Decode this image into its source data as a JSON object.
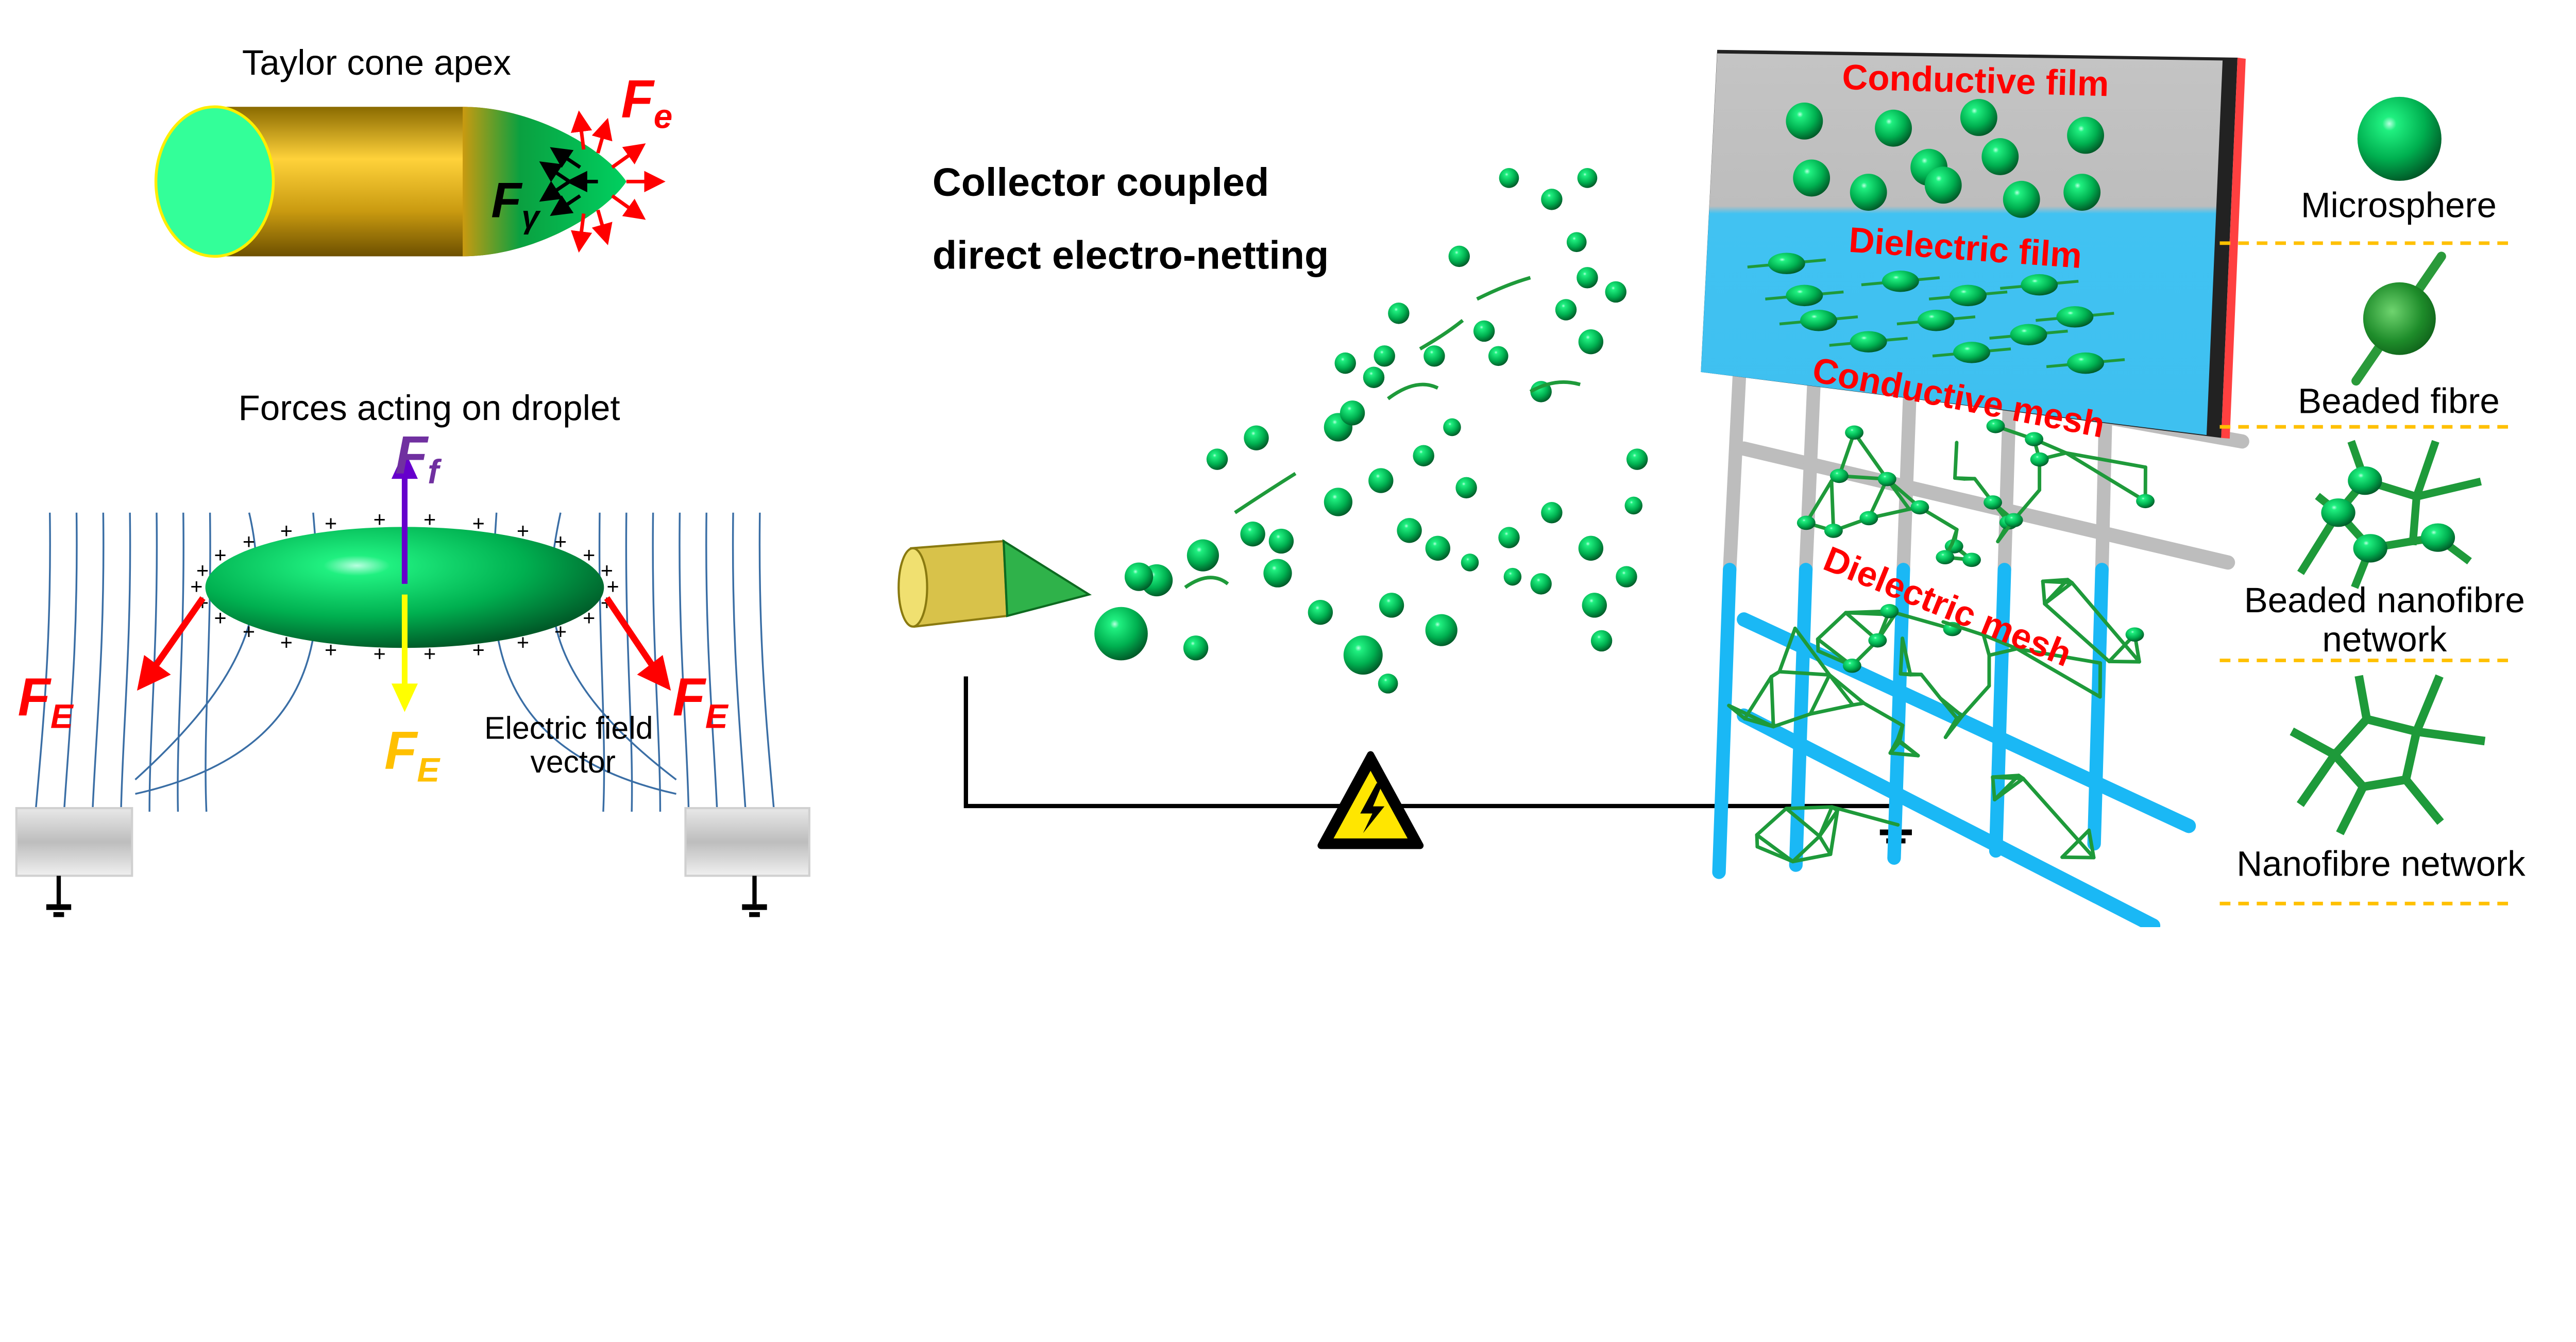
{
  "left_panel": {
    "taylor_title": "Taylor cone apex",
    "fe_label": {
      "main": "F",
      "sub": "e"
    },
    "fgamma_label": {
      "main": "F",
      "sub": "γ"
    },
    "forces_title": "Forces acting on droplet",
    "ff_label": {
      "main": "F",
      "sub": "f"
    },
    "fE_label": {
      "main": "F",
      "sub": "E"
    },
    "field_vector_label": [
      "Electric field",
      "vector"
    ],
    "charge_symbol": "+"
  },
  "center_panel": {
    "title_lines": [
      "Collector coupled",
      "direct electro-netting"
    ],
    "labels": {
      "conductive_film": "Conductive film",
      "dielectric_film": "Dielectric film",
      "conductive_mesh": "Conductive mesh",
      "dielectric_mesh": "Dielectric mesh"
    },
    "icons": [
      "needle-icon",
      "high-voltage-warning-icon",
      "ground-icon"
    ]
  },
  "legend": {
    "items": [
      {
        "label": [
          "Microsphere"
        ],
        "icon": "microsphere-icon"
      },
      {
        "label": [
          "Beaded fibre"
        ],
        "icon": "beaded-fibre-icon"
      },
      {
        "label": [
          "Beaded nanofibre",
          "network"
        ],
        "icon": "beaded-nanofibre-network-icon"
      },
      {
        "label": [
          "Nanofibre network"
        ],
        "icon": "nanofibre-network-icon"
      }
    ]
  },
  "colors": {
    "force_red": "#ff0000",
    "force_purple": "#7030a0",
    "force_yellow": "#ffc000",
    "green": "#00b050",
    "dielectric_blue": "#3ec0f0",
    "conductive_grey": "#c0c0c0",
    "divider": "#ffc000"
  }
}
